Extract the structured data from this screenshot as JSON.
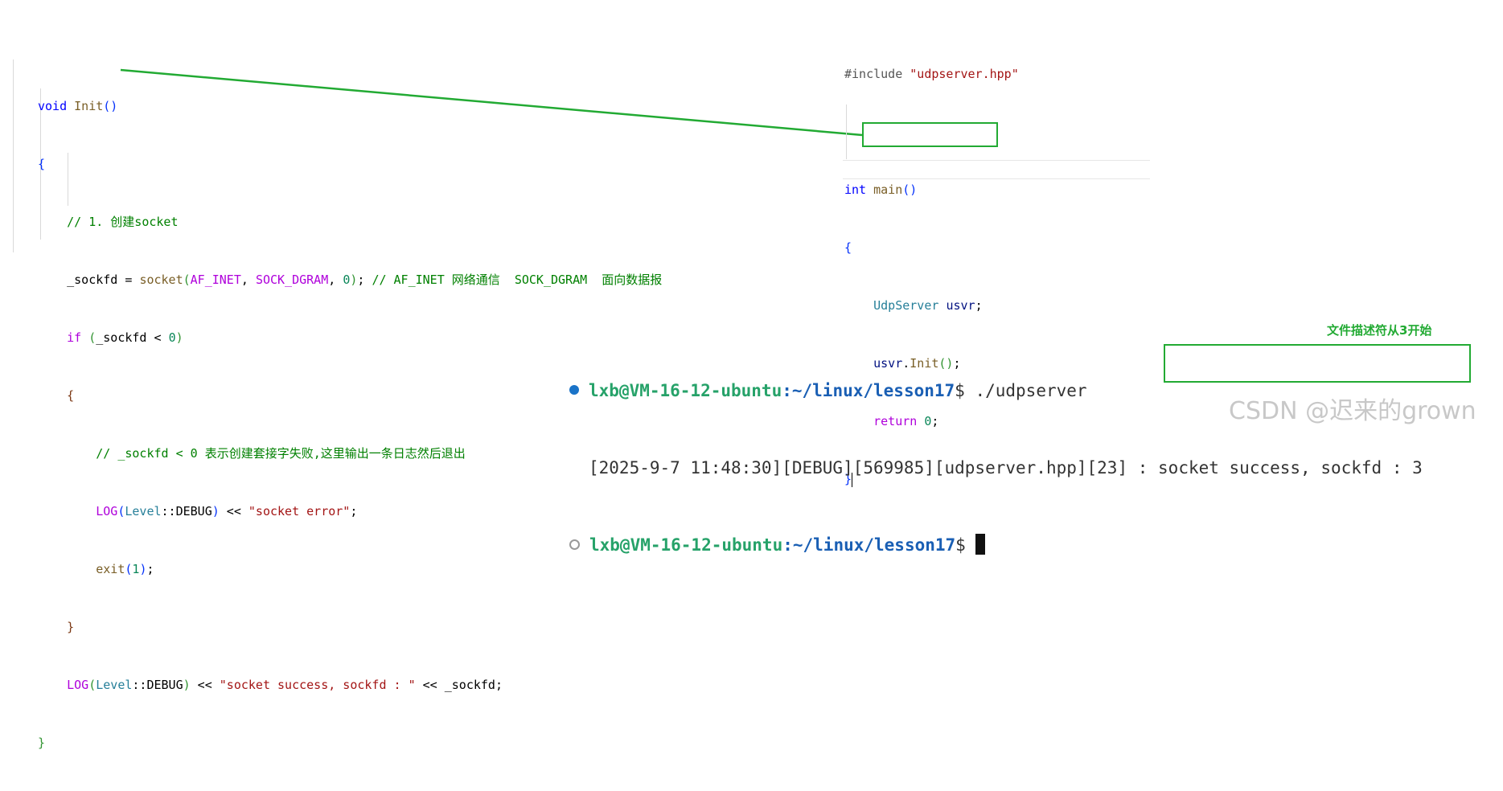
{
  "left_code": {
    "l1_kw": "void",
    "l1_fn": "Init",
    "l1_paren": "()",
    "l2": "{",
    "l3": "// 1. 创建socket",
    "l4_var": "_sockfd",
    "l4_eq": " = ",
    "l4_fn": "socket",
    "l4_arg1": "AF_INET",
    "l4_arg2": "SOCK_DGRAM",
    "l4_num": "0",
    "l4_comment": "// AF_INET 网络通信  SOCK_DGRAM  面向数据报",
    "l5_kw": "if",
    "l5_var": "_sockfd",
    "l5_op": " < ",
    "l5_num": "0",
    "l6": "{",
    "l7": "// _sockfd < 0 表示创建套接字失败,这里输出一条日志然后退出",
    "l8_mac": "LOG",
    "l8_ty": "Level",
    "l8_enum": "DEBUG",
    "l8_op": " << ",
    "l8_str": "\"socket error\"",
    "l9_fn": "exit",
    "l9_num": "1",
    "l10": "}",
    "l11_mac": "LOG",
    "l11_ty": "Level",
    "l11_enum": "DEBUG",
    "l11_op": " << ",
    "l11_str": "\"socket success, sockfd : \"",
    "l11_op2": " << ",
    "l11_var": "_sockfd",
    "l12": "}"
  },
  "right_code": {
    "r1_pre": "#include",
    "r1_str": "\"udpserver.hpp\"",
    "r3_kw": "int",
    "r3_fn": "main",
    "r3_paren": "()",
    "r4": "{",
    "r5_ty": "UdpServer",
    "r5_var": "usvr",
    "r6_var": "usvr",
    "r6_fn": "Init",
    "r6_paren": "()",
    "r7_kw": "return",
    "r7_num": "0",
    "r8": "}"
  },
  "terminal": {
    "prompt_user": "lxb@VM-16-12-ubuntu",
    "prompt_path": "~/linux/lesson17",
    "prompt_sym": "$",
    "command": " ./udpserver",
    "log_prefix": "[2025-9-7 11:48:30][DEBUG][569985][udpserver.hpp][23] :",
    "log_msg": "socket success, sockfd : 3"
  },
  "annotation": "文件描述符从3开始",
  "watermark": "CSDN @迟来的grown",
  "colors": {
    "highlight_green": "#22aa33",
    "keyword_blue": "#0000ff",
    "comment_green": "#008000",
    "string_red": "#a31515",
    "prompt_green": "#26a269",
    "prompt_blue": "#1a5fb4"
  }
}
